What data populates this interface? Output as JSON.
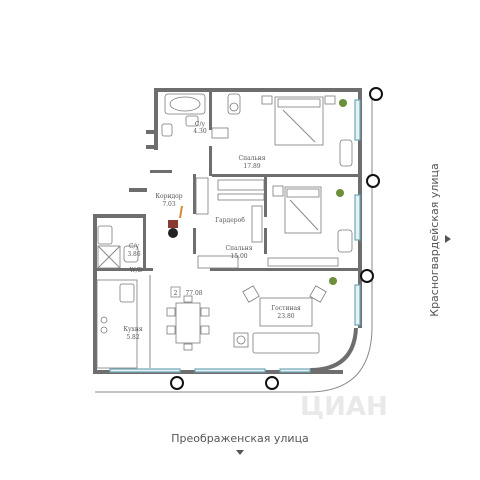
{
  "rooms": [
    {
      "id": "bath1",
      "name": "С/у",
      "area": "4.30"
    },
    {
      "id": "bed1",
      "name": "Спальня",
      "area": "17.89"
    },
    {
      "id": "corridor",
      "name": "Коридор",
      "area": "7.03"
    },
    {
      "id": "wardrobe",
      "name": "Гардероб",
      "area": ""
    },
    {
      "id": "bed2",
      "name": "Спальня",
      "area": "15.00"
    },
    {
      "id": "bath2",
      "name": "С/у",
      "area": "3.86"
    },
    {
      "id": "wd",
      "name": "W/D",
      "area": ""
    },
    {
      "id": "kitchen",
      "name": "Кухня",
      "area": "5.82"
    },
    {
      "id": "living",
      "name": "Гостиная",
      "area": "23.80"
    }
  ],
  "unit_badge": {
    "rooms": "2",
    "area": "77.08"
  },
  "streets": {
    "bottom": "Преображенская улица",
    "right": "Красногвардейская улица"
  },
  "watermark": "ЦИАН",
  "colors": {
    "wall": "#6e6e6e",
    "window": "#6fa7b8",
    "plant": "#6b8f3a"
  }
}
